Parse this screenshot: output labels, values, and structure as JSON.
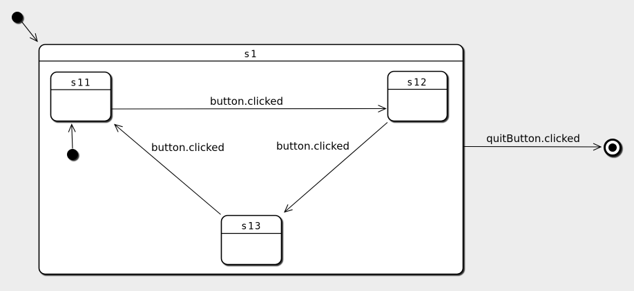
{
  "diagram": {
    "type": "statechart",
    "root_state": {
      "id": "s1",
      "label": "s1"
    },
    "states": [
      {
        "id": "s11",
        "label": "s11"
      },
      {
        "id": "s12",
        "label": "s12"
      },
      {
        "id": "s13",
        "label": "s13"
      }
    ],
    "pseudostates": [
      {
        "type": "initial",
        "target": "s1"
      },
      {
        "type": "initial",
        "target": "s11"
      },
      {
        "type": "final",
        "id": "final"
      }
    ],
    "transitions": [
      {
        "from": "s11",
        "to": "s12",
        "label": "button.clicked"
      },
      {
        "from": "s12",
        "to": "s13",
        "label": "button.clicked"
      },
      {
        "from": "s13",
        "to": "s11",
        "label": "button.clicked"
      },
      {
        "from": "s1",
        "to": "final",
        "label": "quitButton.clicked"
      }
    ],
    "colors": {
      "background": "#ededed",
      "node_fill": "#ffffff",
      "stroke": "#000000",
      "shadow": "#000000"
    }
  }
}
